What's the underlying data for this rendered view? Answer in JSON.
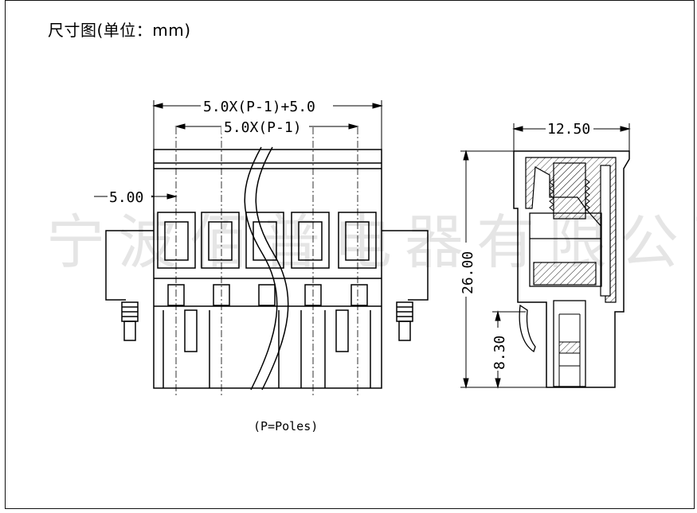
{
  "title": "尺寸图(单位：mm)",
  "dimensions": {
    "total_width": "5.0X(P-1)+5.0",
    "pitch_span": "5.0X(P-1)",
    "offset": "5.00",
    "depth": "12.50",
    "height": "26.00",
    "lower_height": "8.30"
  },
  "note": "(P=Poles)",
  "watermark": "宁波佰普电器有限公司"
}
